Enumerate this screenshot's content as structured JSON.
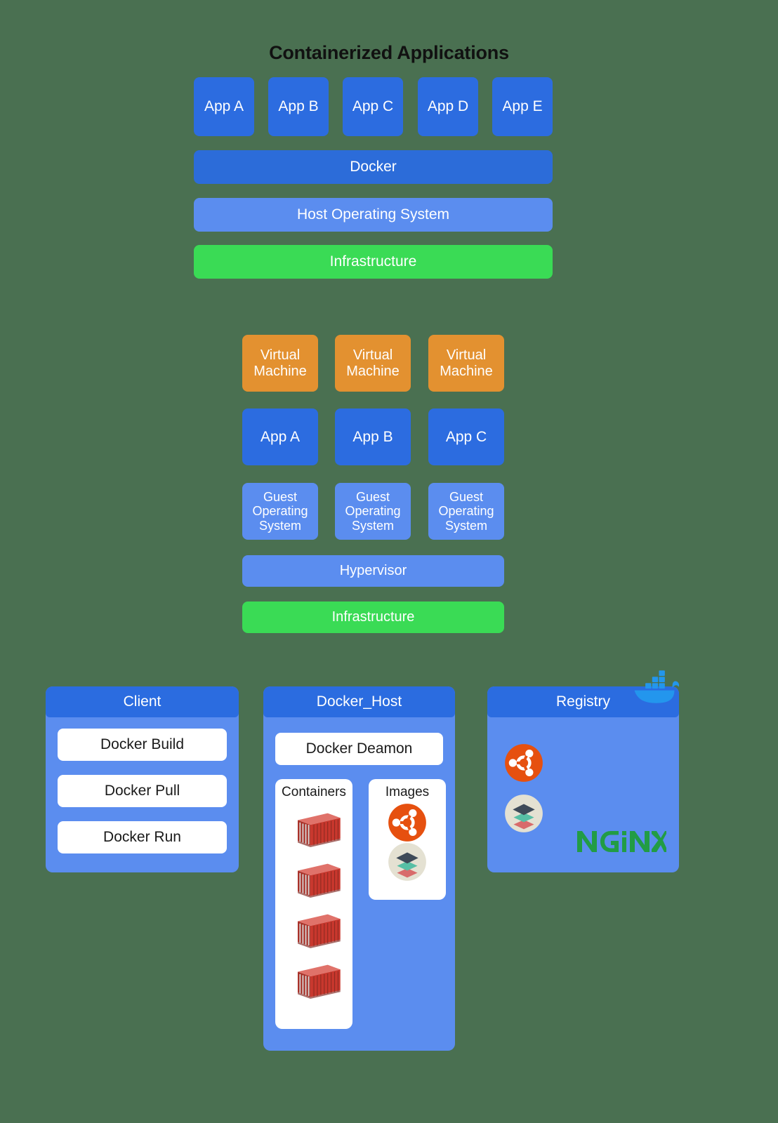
{
  "background_color": "#4a7051",
  "colors": {
    "app_blue": "#2c6ce0",
    "docker_bar_blue": "#2c6cd9",
    "light_blue": "#5b8def",
    "infra_green": "#3adb55",
    "vm_orange": "#e39130",
    "panel_header_blue": "#2b6ce0",
    "docker_whale_blue": "#2396ed",
    "ubuntu_orange": "#e6500f",
    "nginx_green": "#229c45",
    "container_red": "#c8372d"
  },
  "containerized_section": {
    "title": "Containerized Applications",
    "apps": [
      "App A",
      "App B",
      "App C",
      "App D",
      "App E"
    ],
    "layers": [
      {
        "label": "Docker"
      },
      {
        "label": "Host Operating System"
      },
      {
        "label": "Infrastructure"
      }
    ]
  },
  "vm_section": {
    "vm_boxes": [
      "Virtual\nMachine",
      "Virtual\nMachine",
      "Virtual\nMachine"
    ],
    "apps": [
      "App A",
      "App B",
      "App C"
    ],
    "guest_os": [
      "Guest\nOperating\nSystem",
      "Guest\nOperating\nSystem",
      "Guest\nOperating\nSystem"
    ],
    "layers": [
      {
        "label": "Hypervisor"
      },
      {
        "label": "Infrastructure"
      }
    ]
  },
  "architecture_section": {
    "client": {
      "title": "Client",
      "actions": [
        "Docker Build",
        "Docker Pull",
        "Docker Run"
      ]
    },
    "docker_host": {
      "title": "Docker_Host",
      "daemon_label": "Docker Deamon",
      "containers_card": {
        "title": "Containers",
        "icon_count": 4,
        "icon_name": "shipping-container-icon"
      },
      "images_card": {
        "title": "Images",
        "icons": [
          "ubuntu-logo-icon",
          "layers-stack-icon"
        ]
      }
    },
    "registry": {
      "title": "Registry",
      "icons": [
        "ubuntu-logo-icon",
        "layers-stack-icon"
      ],
      "nginx_label": "NGINX",
      "whale_icon": "docker-whale-icon"
    }
  }
}
